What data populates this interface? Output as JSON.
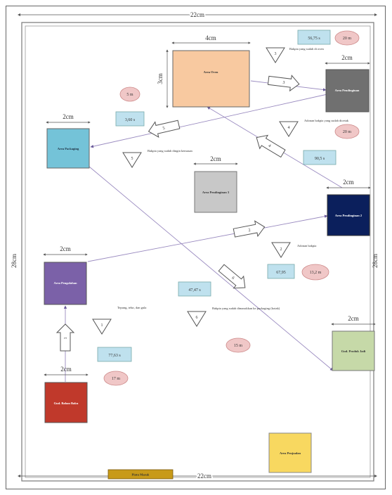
{
  "dimensions": {
    "top_width": "22cm",
    "bottom_width": "22cm",
    "left_height": "28cm",
    "right_height": "28cm"
  },
  "areas": {
    "gudang_bahan_baku": {
      "label": "Gud. Bahan Baku",
      "width": "2cm",
      "color": "#c0392b"
    },
    "pengolahan": {
      "label": "Area Pengolahan",
      "width": "2cm",
      "color": "#7b61a8"
    },
    "packaging": {
      "label": "Area Packaging",
      "width": "2cm",
      "color": "#74c3d8"
    },
    "oven": {
      "label": "Area Oven",
      "width": "4cm",
      "height": "3cm",
      "color": "#f8c9a0"
    },
    "pendinginan_1": {
      "label": "Area Pendinginan",
      "width": "2cm",
      "color": "#707070"
    },
    "pendinginan_2": {
      "label": "Area Pendinginan 2",
      "width": "2cm",
      "color": "#0b1f5c"
    },
    "pendinginan_3": {
      "label": "Area Pendinginan 3",
      "width": "2cm",
      "color": "#c8c8c8"
    },
    "gudang_produk_jadi": {
      "label": "Gud. Produk Jadi",
      "width": "2cm",
      "color": "#c6d9a8"
    },
    "penjualan": {
      "label": "Area Penjualan",
      "color": "#f8d860"
    },
    "pintu_masuk": {
      "label": "Pintu Masuk",
      "color": "#c89a18"
    }
  },
  "steps": [
    {
      "id": "1",
      "note": "Tepung, telur, dan gula",
      "time": "77,63 s",
      "distance": "17 m"
    },
    {
      "id": "2",
      "note": "Adonan bakpia",
      "time": "67,95",
      "distance": "13,2 m"
    },
    {
      "id": "3",
      "note": "Bakpia yang sudah di oven",
      "time": "56,75 s",
      "distance": "20 m"
    },
    {
      "id": "4",
      "note": "Adonan bakpia yang sudah dicetak",
      "time": "90,5 s",
      "distance": "20 m"
    },
    {
      "id": "5",
      "note": "Bakpia yang sudah dingin kemasan",
      "time": "3,60 s",
      "distance": "5 m"
    },
    {
      "id": "6",
      "note": "Bakpia yang sudah dimasukkan ke packaging (kotak)",
      "time": "47,47 s",
      "distance": "15 m"
    }
  ],
  "arrow_labels": [
    "1",
    "2",
    "3",
    "4",
    "5",
    "6"
  ],
  "colors": {
    "time_box": "#bfe1ee",
    "distance_oval": "#f0c7c7",
    "flow_line": "#9a8bc0"
  }
}
